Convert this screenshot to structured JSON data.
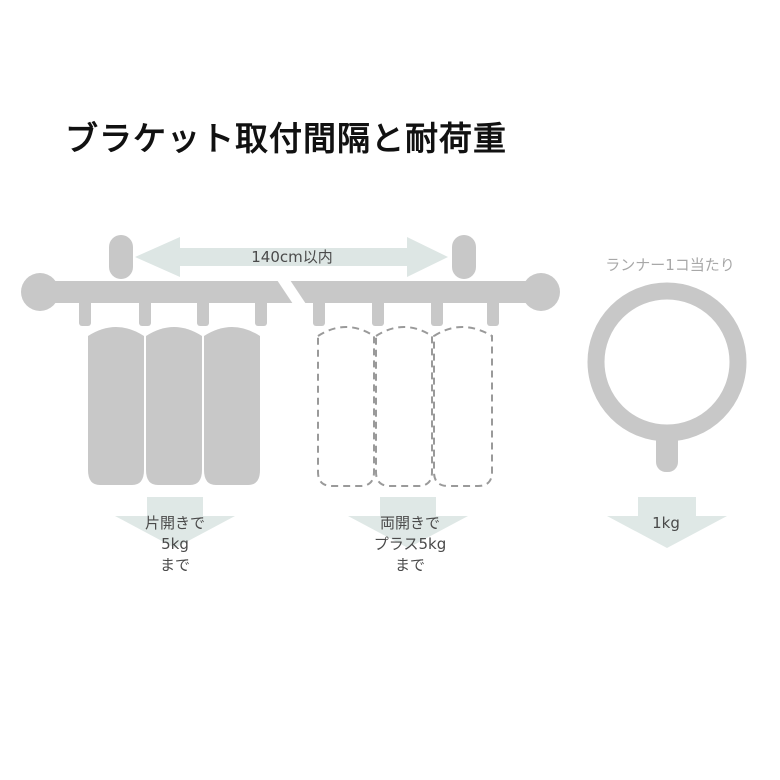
{
  "title": "ブラケット取付間隔と耐荷重",
  "bracket_spacing": {
    "label": "140cm以内"
  },
  "runner": {
    "label": "ランナー1コ当たり"
  },
  "loads": {
    "single": {
      "line1": "片開きで",
      "line2": "5kg",
      "line3": "まで"
    },
    "double": {
      "line1": "両開きで",
      "line2": "プラス5kg",
      "line3": "まで"
    },
    "runner": {
      "line1": "1kg"
    }
  },
  "colors": {
    "title": "#111111",
    "rail": "#c8c8c8",
    "curtain": "#c8c8c8",
    "arrow": "#dfe8e6",
    "spacing_arrow": "#dde6e4",
    "text": "#4a4a4a",
    "runner_label": "#a8a8a8"
  }
}
